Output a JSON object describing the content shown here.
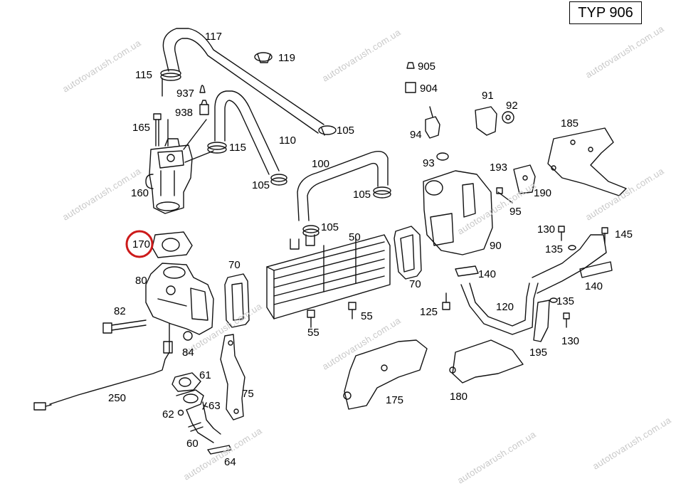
{
  "diagram": {
    "type_label": "TYP 906",
    "watermark_text": "autotovarush.com.ua",
    "highlight_color": "#cc1a1a",
    "highlighted_part": "170",
    "part_labels": {
      "p117": "117",
      "p119": "119",
      "p115a": "115",
      "p937": "937",
      "p938": "938",
      "p165": "165",
      "p115b": "115",
      "p160": "160",
      "p110": "110",
      "p105a": "105",
      "p105b": "105",
      "p105c": "105",
      "p105d": "105",
      "p100": "100",
      "p905": "905",
      "p904": "904",
      "p94": "94",
      "p93": "93",
      "p91": "91",
      "p92": "92",
      "p185": "185",
      "p193": "193",
      "p190": "190",
      "p95": "95",
      "p90": "90",
      "p130a": "130",
      "p145": "145",
      "p135a": "135",
      "p140a": "140",
      "p140b": "140",
      "p50": "50",
      "p170": "170",
      "p80": "80",
      "p70a": "70",
      "p70b": "70",
      "p82": "82",
      "p84": "84",
      "p55a": "55",
      "p55b": "55",
      "p125": "125",
      "p120": "120",
      "p135b": "135",
      "p130b": "130",
      "p195": "195",
      "p61": "61",
      "p250": "250",
      "p75": "75",
      "p63": "63",
      "p62": "62",
      "p60": "60",
      "p64": "64",
      "p175": "175",
      "p180": "180"
    }
  }
}
